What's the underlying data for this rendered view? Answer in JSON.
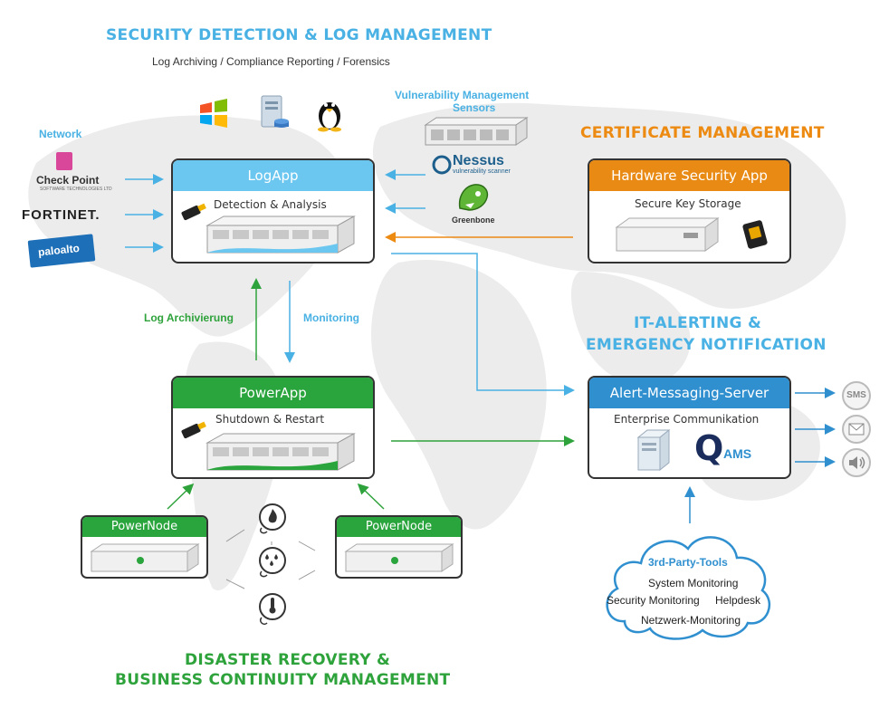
{
  "sections": {
    "security_title": "SECURITY DETECTION & LOG MANAGEMENT",
    "security_subtitle": "Log Archiving / Compliance Reporting / Forensics",
    "cert_title": "CERTIFICATE MANAGEMENT",
    "it_alert_line1": "IT-ALERTING &",
    "it_alert_line2": "EMERGENCY NOTIFICATION",
    "disaster_line1": "DISASTER RECOVERY &",
    "disaster_line2": "BUSINESS CONTINUITY MANAGEMENT"
  },
  "network": {
    "label": "Network",
    "vendors": [
      "Check Point",
      "FORTINET.",
      "paloalto"
    ],
    "checkpoint_sub": "SOFTWARE TECHNOLOGIES LTD"
  },
  "vuln": {
    "label_line1": "Vulnerability Management",
    "label_line2": "Sensors",
    "nessus": "Nessus",
    "nessus_sub": "vulnerability scanner",
    "greenbone": "Greenbone"
  },
  "logapp": {
    "title": "LogApp",
    "subtitle": "Detection & Analysis"
  },
  "hsa": {
    "title": "Hardware Security App",
    "subtitle": "Secure Key Storage"
  },
  "arrows": {
    "log_archiving": "Log Archivierung",
    "monitoring": "Monitoring"
  },
  "powerapp": {
    "title": "PowerApp",
    "subtitle": "Shutdown & Restart"
  },
  "ams": {
    "title": "Alert-Messaging-Server",
    "subtitle": "Enterprise Communikation",
    "logo_letter": "Q",
    "logo_text": "AMS"
  },
  "channels": {
    "sms": "SMS"
  },
  "powernodes": {
    "left": "PowerNode",
    "right": "PowerNode"
  },
  "cloud": {
    "title": "3rd-Party-Tools",
    "line1": "System Monitoring",
    "line2a": "Security Monitoring",
    "line2b": "Helpdesk",
    "line3": "Netzwerk-Monitoring"
  },
  "colors": {
    "blue": "#49b1e3",
    "green": "#2ea23b",
    "orange": "#ec8a12",
    "dark_blue": "#2f8fcf"
  }
}
